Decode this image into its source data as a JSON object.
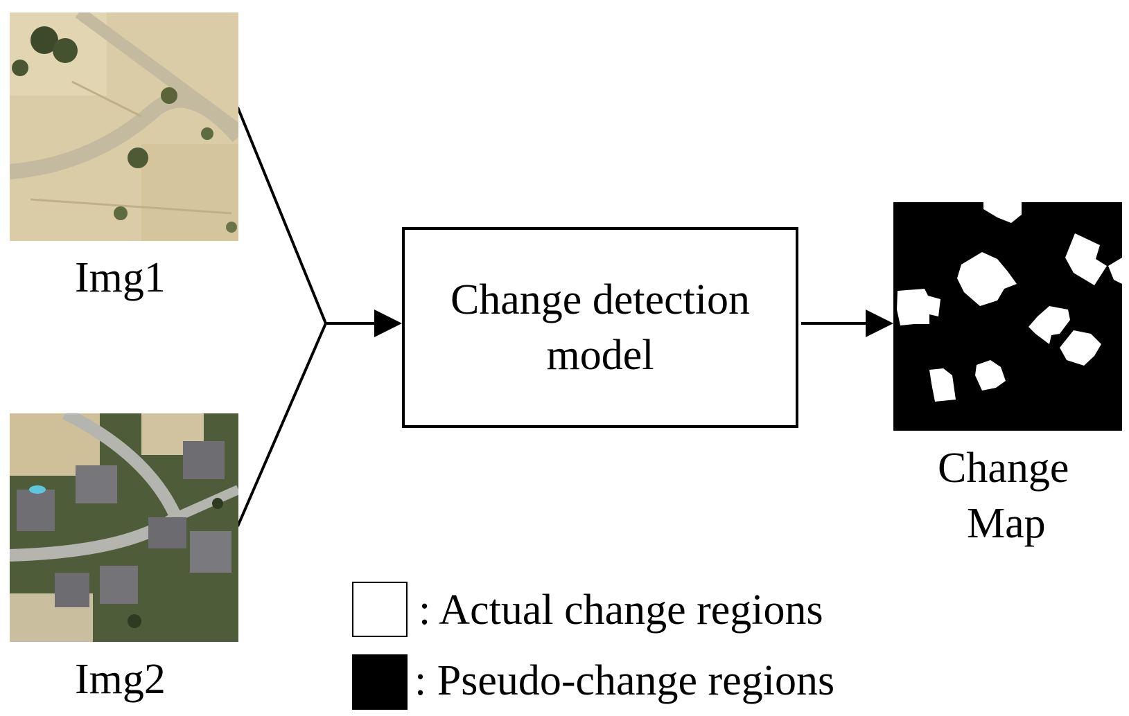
{
  "inputs": {
    "img1_label": "Img1",
    "img2_label": "Img2"
  },
  "model": {
    "line1": "Change detection",
    "line2": "model"
  },
  "output": {
    "line1": "Change",
    "line2": "Map"
  },
  "legend": {
    "actual": ": Actual change regions",
    "pseudo": ": Pseudo-change regions"
  },
  "colors": {
    "actual_swatch": "#ffffff",
    "pseudo_swatch": "#000000",
    "stroke": "#000000"
  }
}
